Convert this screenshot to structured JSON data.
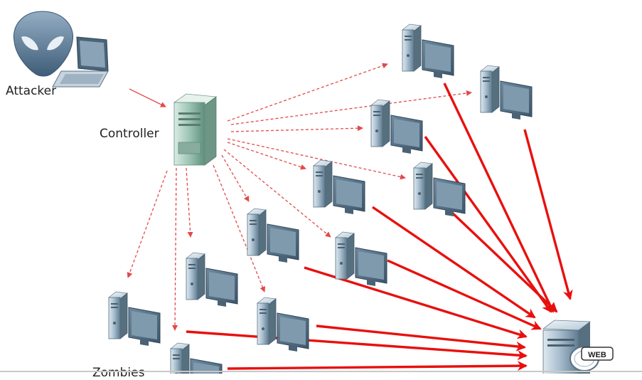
{
  "labels": {
    "attacker": "Attacker",
    "controller": "Controller",
    "zombie": "Zombies",
    "web": "WEB"
  },
  "icons": {
    "attacker": "alien-laptop-icon",
    "controller": "server-tower-icon",
    "zombie": "desktop-computer-icon",
    "target": "web-server-icon"
  },
  "colors": {
    "command_arrow": "#e24a4a",
    "attack_arrow": "#e8100e",
    "controller_tower": "#8fb9a8",
    "zombie_tower": "#8fa9bd",
    "alien": "#4f6f8a"
  }
}
